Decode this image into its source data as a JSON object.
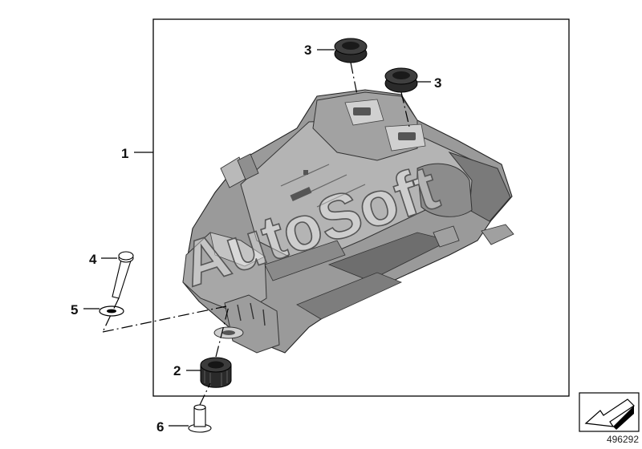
{
  "callouts": {
    "c1": "1",
    "c2": "2",
    "c3a": "3",
    "c3b": "3",
    "c4": "4",
    "c5": "5",
    "c6": "6"
  },
  "watermark": "AutoSoft",
  "reference_number": "496292",
  "colors": {
    "part_fill": "#9a9a9a",
    "part_dark": "#6e6e6e",
    "part_light": "#c4c4c4",
    "rubber": "#2a2a2a",
    "line": "#000000"
  },
  "icons": {
    "direction": "arrow-icon"
  }
}
